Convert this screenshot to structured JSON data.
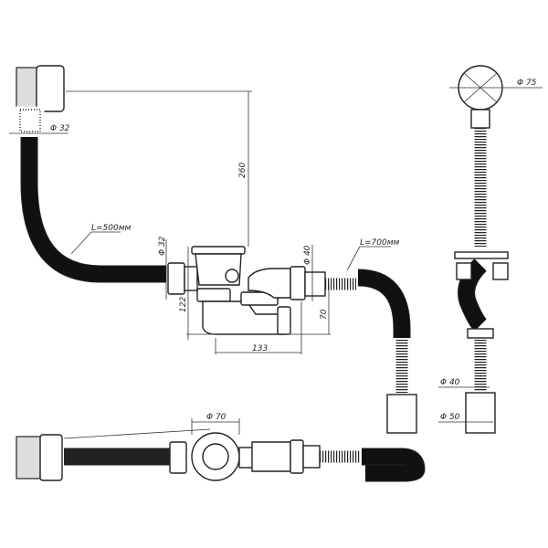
{
  "labels": {
    "overflow_diameter": "Φ 32",
    "hose_length_left": "L=500мм",
    "height_260": "260",
    "outlet_diameter_32": "Φ 32",
    "height_122": "122",
    "diameter_40": "Φ 40",
    "hose_length_right": "L=700мм",
    "height_70": "70",
    "width_133": "133",
    "overflow_cap_diameter": "Φ 75",
    "side_diameter_40": "Φ 40",
    "side_diameter_50": "Φ 50",
    "drain_diameter_70": "Φ 70"
  }
}
